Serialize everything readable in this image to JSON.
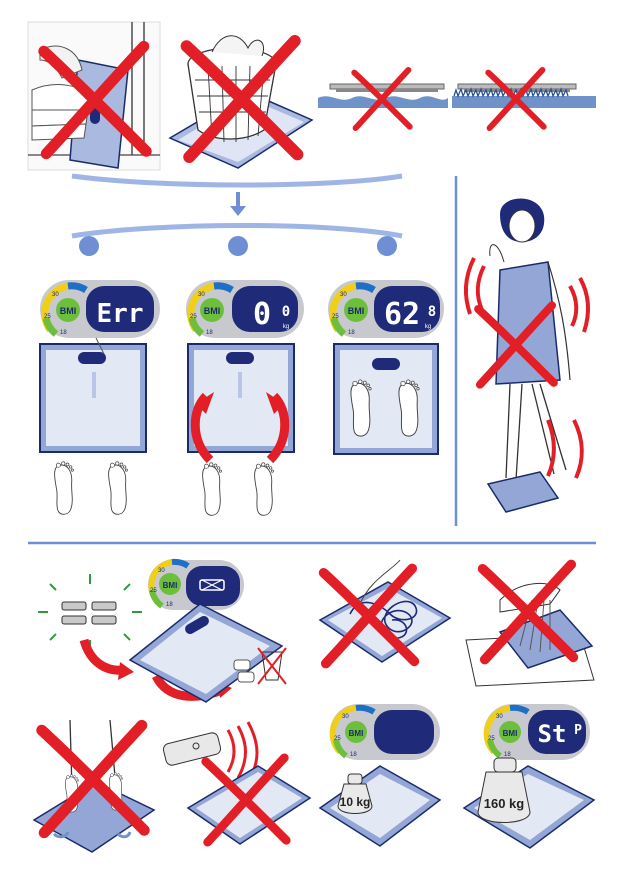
{
  "colors": {
    "ink": "#1a2b6b",
    "panel_blue": "#93a6d6",
    "scale_face": "#e3e8f5",
    "divider_blue": "#6f8fd4",
    "warning_red": "#e21f26",
    "display_dark": "#1f2a78",
    "bmi_green": "#6dbf3b",
    "bezel_grey": "#c7c9cf",
    "arc_yellow": "#f0cf1a",
    "arc_blue": "#1f6fc6"
  },
  "bmi_scale": {
    "top": "30",
    "mid": "25",
    "low": "18"
  },
  "displays": {
    "err": {
      "badge": "BMI",
      "main": "Err",
      "unit": ""
    },
    "zero": {
      "badge": "BMI",
      "main": "0",
      "decimal": "0",
      "unit": "kg"
    },
    "weight": {
      "badge": "BMI",
      "main": "62",
      "decimal": "8",
      "unit": "kg"
    },
    "battery": {
      "badge": "BMI",
      "main": "",
      "unit": ""
    },
    "blank": {
      "badge": "BMI",
      "main": "",
      "unit": ""
    },
    "stop": {
      "badge": "BMI",
      "main": "St",
      "decimal": "P",
      "unit": ""
    }
  },
  "weights": {
    "small": "10 kg",
    "large": "160 kg"
  },
  "icons": {
    "no_sign": "red-cross-icon",
    "arrow": "curved-arrow-icon",
    "vibration": "vibration-lines-icon",
    "battery": "battery-icon",
    "recycle": "crossed-bin-icon",
    "phone": "mobile-phone-icon",
    "feet": "footprint-icon"
  }
}
